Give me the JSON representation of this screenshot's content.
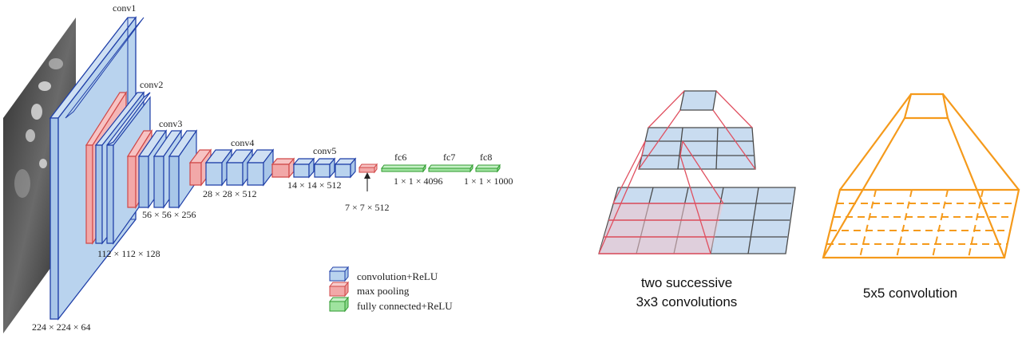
{
  "vgg": {
    "layers": {
      "conv1": "conv1",
      "conv2": "conv2",
      "conv3": "conv3",
      "conv4": "conv4",
      "conv5": "conv5",
      "fc6": "fc6",
      "fc7": "fc7",
      "fc8": "fc8"
    },
    "dims": {
      "d224": "224 × 224 × 64",
      "d112": "112 × 112 × 128",
      "d56": "56 × 56 × 256",
      "d28": "28 × 28 × 512",
      "d14": "14 × 14 × 512",
      "d7": "7 × 7 × 512",
      "d4096": "1 × 1 × 4096",
      "d1000": "1 × 1 × 1000"
    },
    "legend": [
      {
        "label": "convolution+ReLU",
        "color": "#b9d3ee"
      },
      {
        "label": "max pooling",
        "color": "#f2a8a8"
      },
      {
        "label": "fully connected+ReLU",
        "color": "#9fe39f"
      }
    ]
  },
  "receptive": {
    "caption_two_line1": "two successive",
    "caption_two_line2": "3x3 convolutions",
    "caption_five": "5x5 convolution"
  },
  "colors": {
    "conv_fill": "#b9d3ee",
    "conv_edge": "#1f3fa8",
    "pool_fill": "#f2a8a8",
    "pool_edge": "#d04848",
    "fc_fill": "#9fe39f",
    "fc_edge": "#2f9a2f",
    "grid_edge": "#4a4a4a",
    "orange": "#f59a1b"
  }
}
